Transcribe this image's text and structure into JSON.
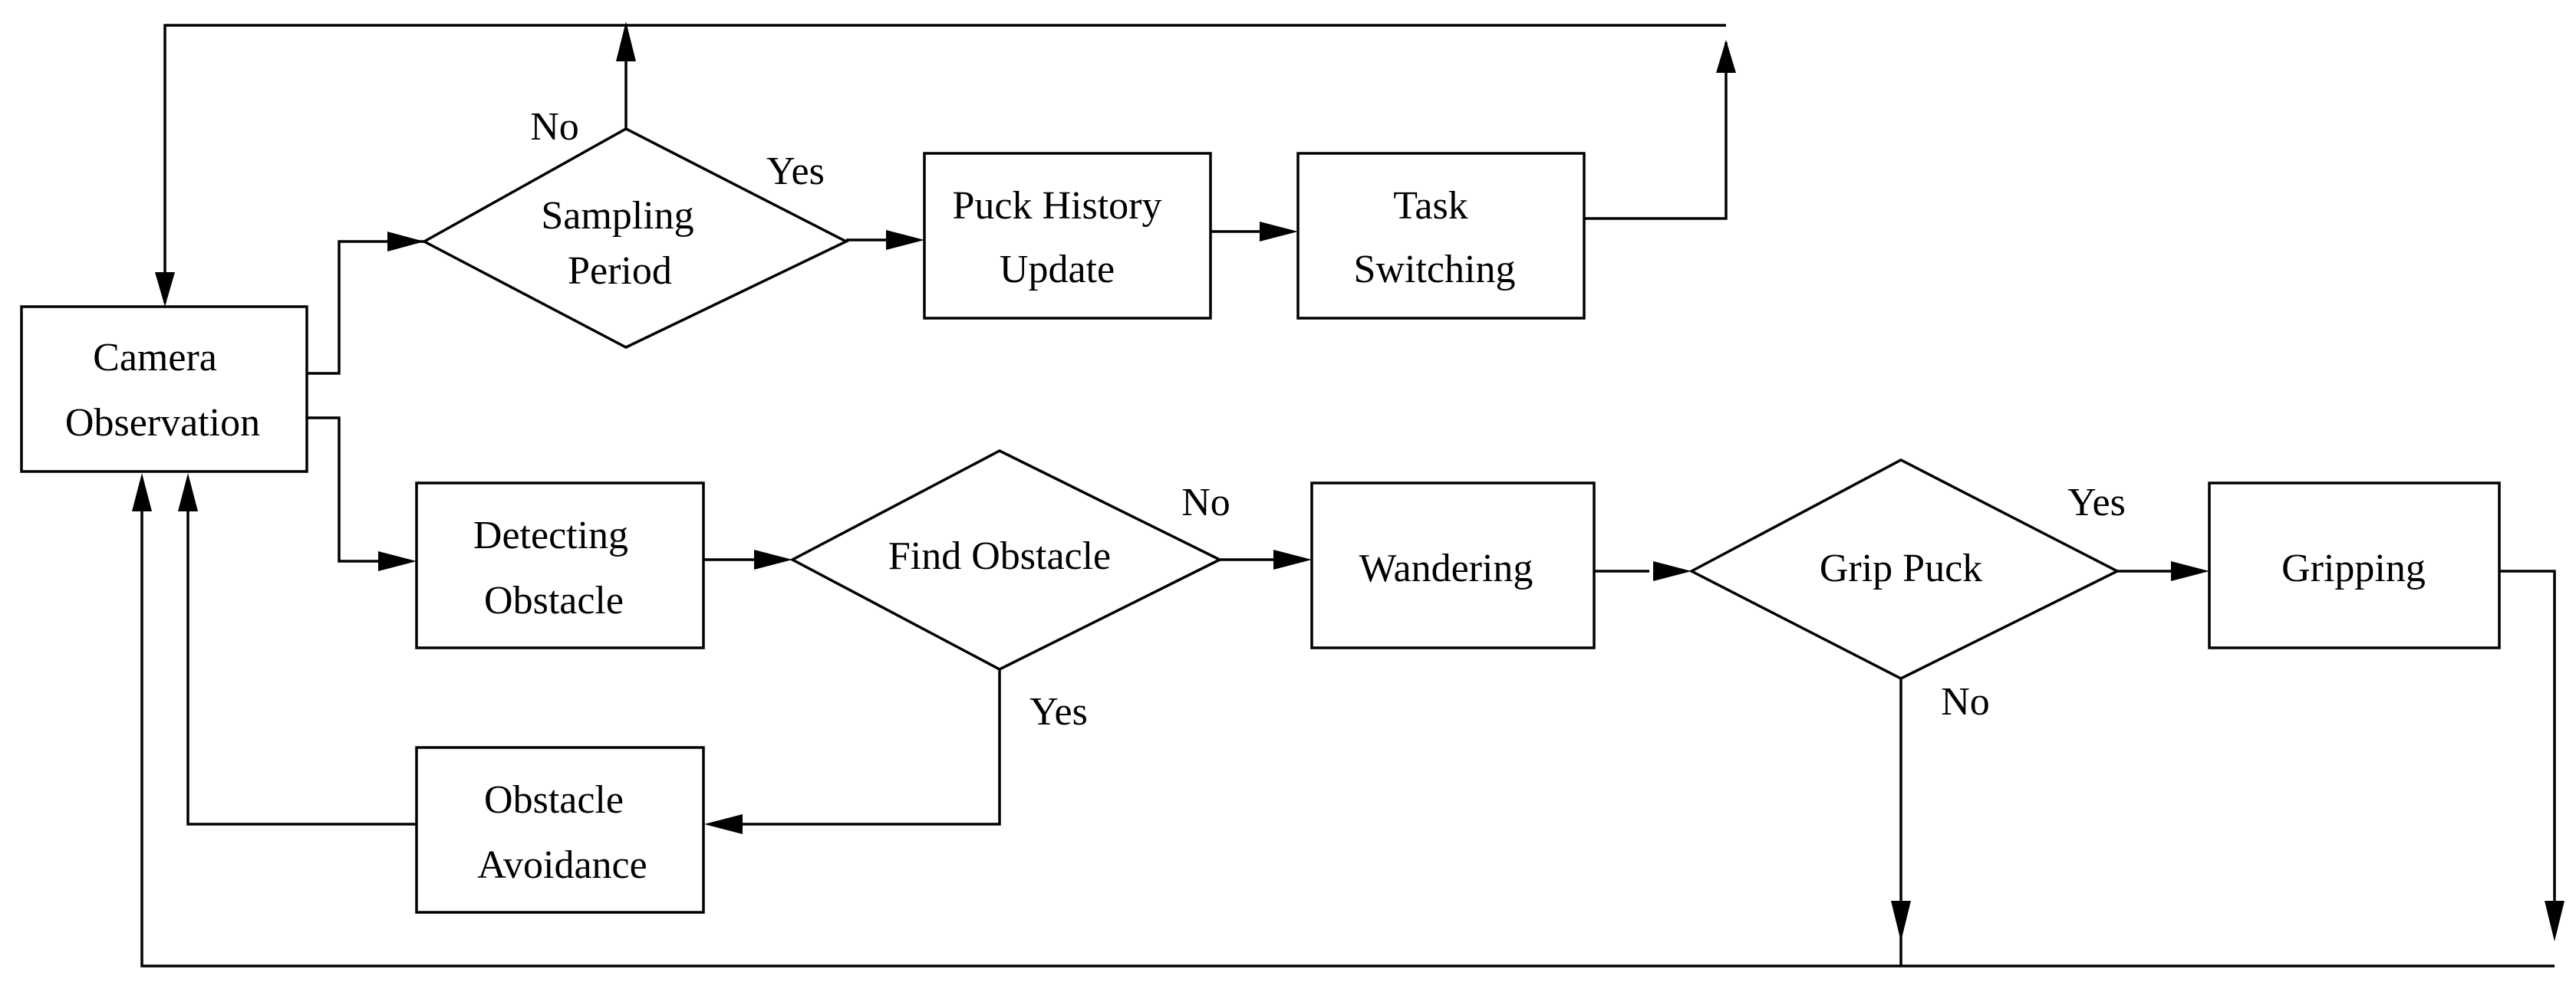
{
  "nodes": {
    "camera_observation": {
      "line1": "Camera",
      "line2": "Observation"
    },
    "sampling_period": {
      "line1": "Sampling",
      "line2": "Period"
    },
    "puck_history_update": {
      "line1": "Puck History",
      "line2": "Update"
    },
    "task_switching": {
      "line1": "Task",
      "line2": "Switching"
    },
    "detecting_obstacle": {
      "line1": "Detecting",
      "line2": "Obstacle"
    },
    "find_obstacle": {
      "label": "Find Obstacle"
    },
    "wandering": {
      "label": "Wandering"
    },
    "grip_puck": {
      "label": "Grip Puck"
    },
    "gripping": {
      "label": "Gripping"
    },
    "obstacle_avoidance": {
      "line1": "Obstacle",
      "line2": "Avoidance"
    }
  },
  "edge_labels": {
    "sampling_no": "No",
    "sampling_yes": "Yes",
    "find_no": "No",
    "find_yes": "Yes",
    "grip_yes": "Yes",
    "grip_no": "No"
  },
  "colors": {
    "stroke": "#000000",
    "fill": "#ffffff"
  }
}
